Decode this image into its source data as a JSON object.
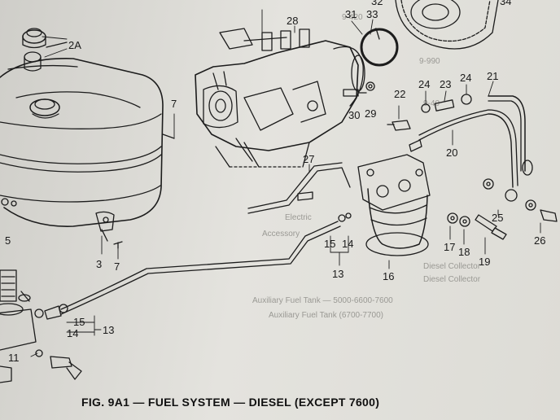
{
  "caption": "FIG. 9A1 — FUEL SYSTEM — DIESEL (EXCEPT 7600)",
  "parts_list_bleed": [
    "9-420",
    "9-990",
    "9-40",
    "Auxiliary Fuel Tank — 5000-6600-7600",
    "Auxiliary Fuel Tank (6700-7700)",
    "Diesel Collector",
    "Diesel Collector",
    "Accessory",
    "Electric"
  ],
  "callouts": [
    {
      "id": "c2a",
      "text": "2A"
    },
    {
      "id": "c7a",
      "text": "7"
    },
    {
      "id": "c5",
      "text": "5"
    },
    {
      "id": "c3",
      "text": "3"
    },
    {
      "id": "c7b",
      "text": "7"
    },
    {
      "id": "c28",
      "text": "28"
    },
    {
      "id": "c31",
      "text": "31"
    },
    {
      "id": "c33",
      "text": "33"
    },
    {
      "id": "c32",
      "text": "32"
    },
    {
      "id": "c34",
      "text": "34"
    },
    {
      "id": "c30",
      "text": "30"
    },
    {
      "id": "c29",
      "text": "29"
    },
    {
      "id": "c22",
      "text": "22"
    },
    {
      "id": "c24a",
      "text": "24"
    },
    {
      "id": "c23",
      "text": "23"
    },
    {
      "id": "c24b",
      "text": "24"
    },
    {
      "id": "c21",
      "text": "21"
    },
    {
      "id": "c20",
      "text": "20"
    },
    {
      "id": "c27",
      "text": "27"
    },
    {
      "id": "c15a",
      "text": "15"
    },
    {
      "id": "c14a",
      "text": "14"
    },
    {
      "id": "c13a",
      "text": "13"
    },
    {
      "id": "c16",
      "text": "16"
    },
    {
      "id": "c17",
      "text": "17"
    },
    {
      "id": "c18",
      "text": "18"
    },
    {
      "id": "c19",
      "text": "19"
    },
    {
      "id": "c25",
      "text": "25"
    },
    {
      "id": "c26",
      "text": "26"
    },
    {
      "id": "c15b",
      "text": "15"
    },
    {
      "id": "c14b",
      "text": "14"
    },
    {
      "id": "c13b",
      "text": "13"
    },
    {
      "id": "c11",
      "text": "11"
    }
  ]
}
